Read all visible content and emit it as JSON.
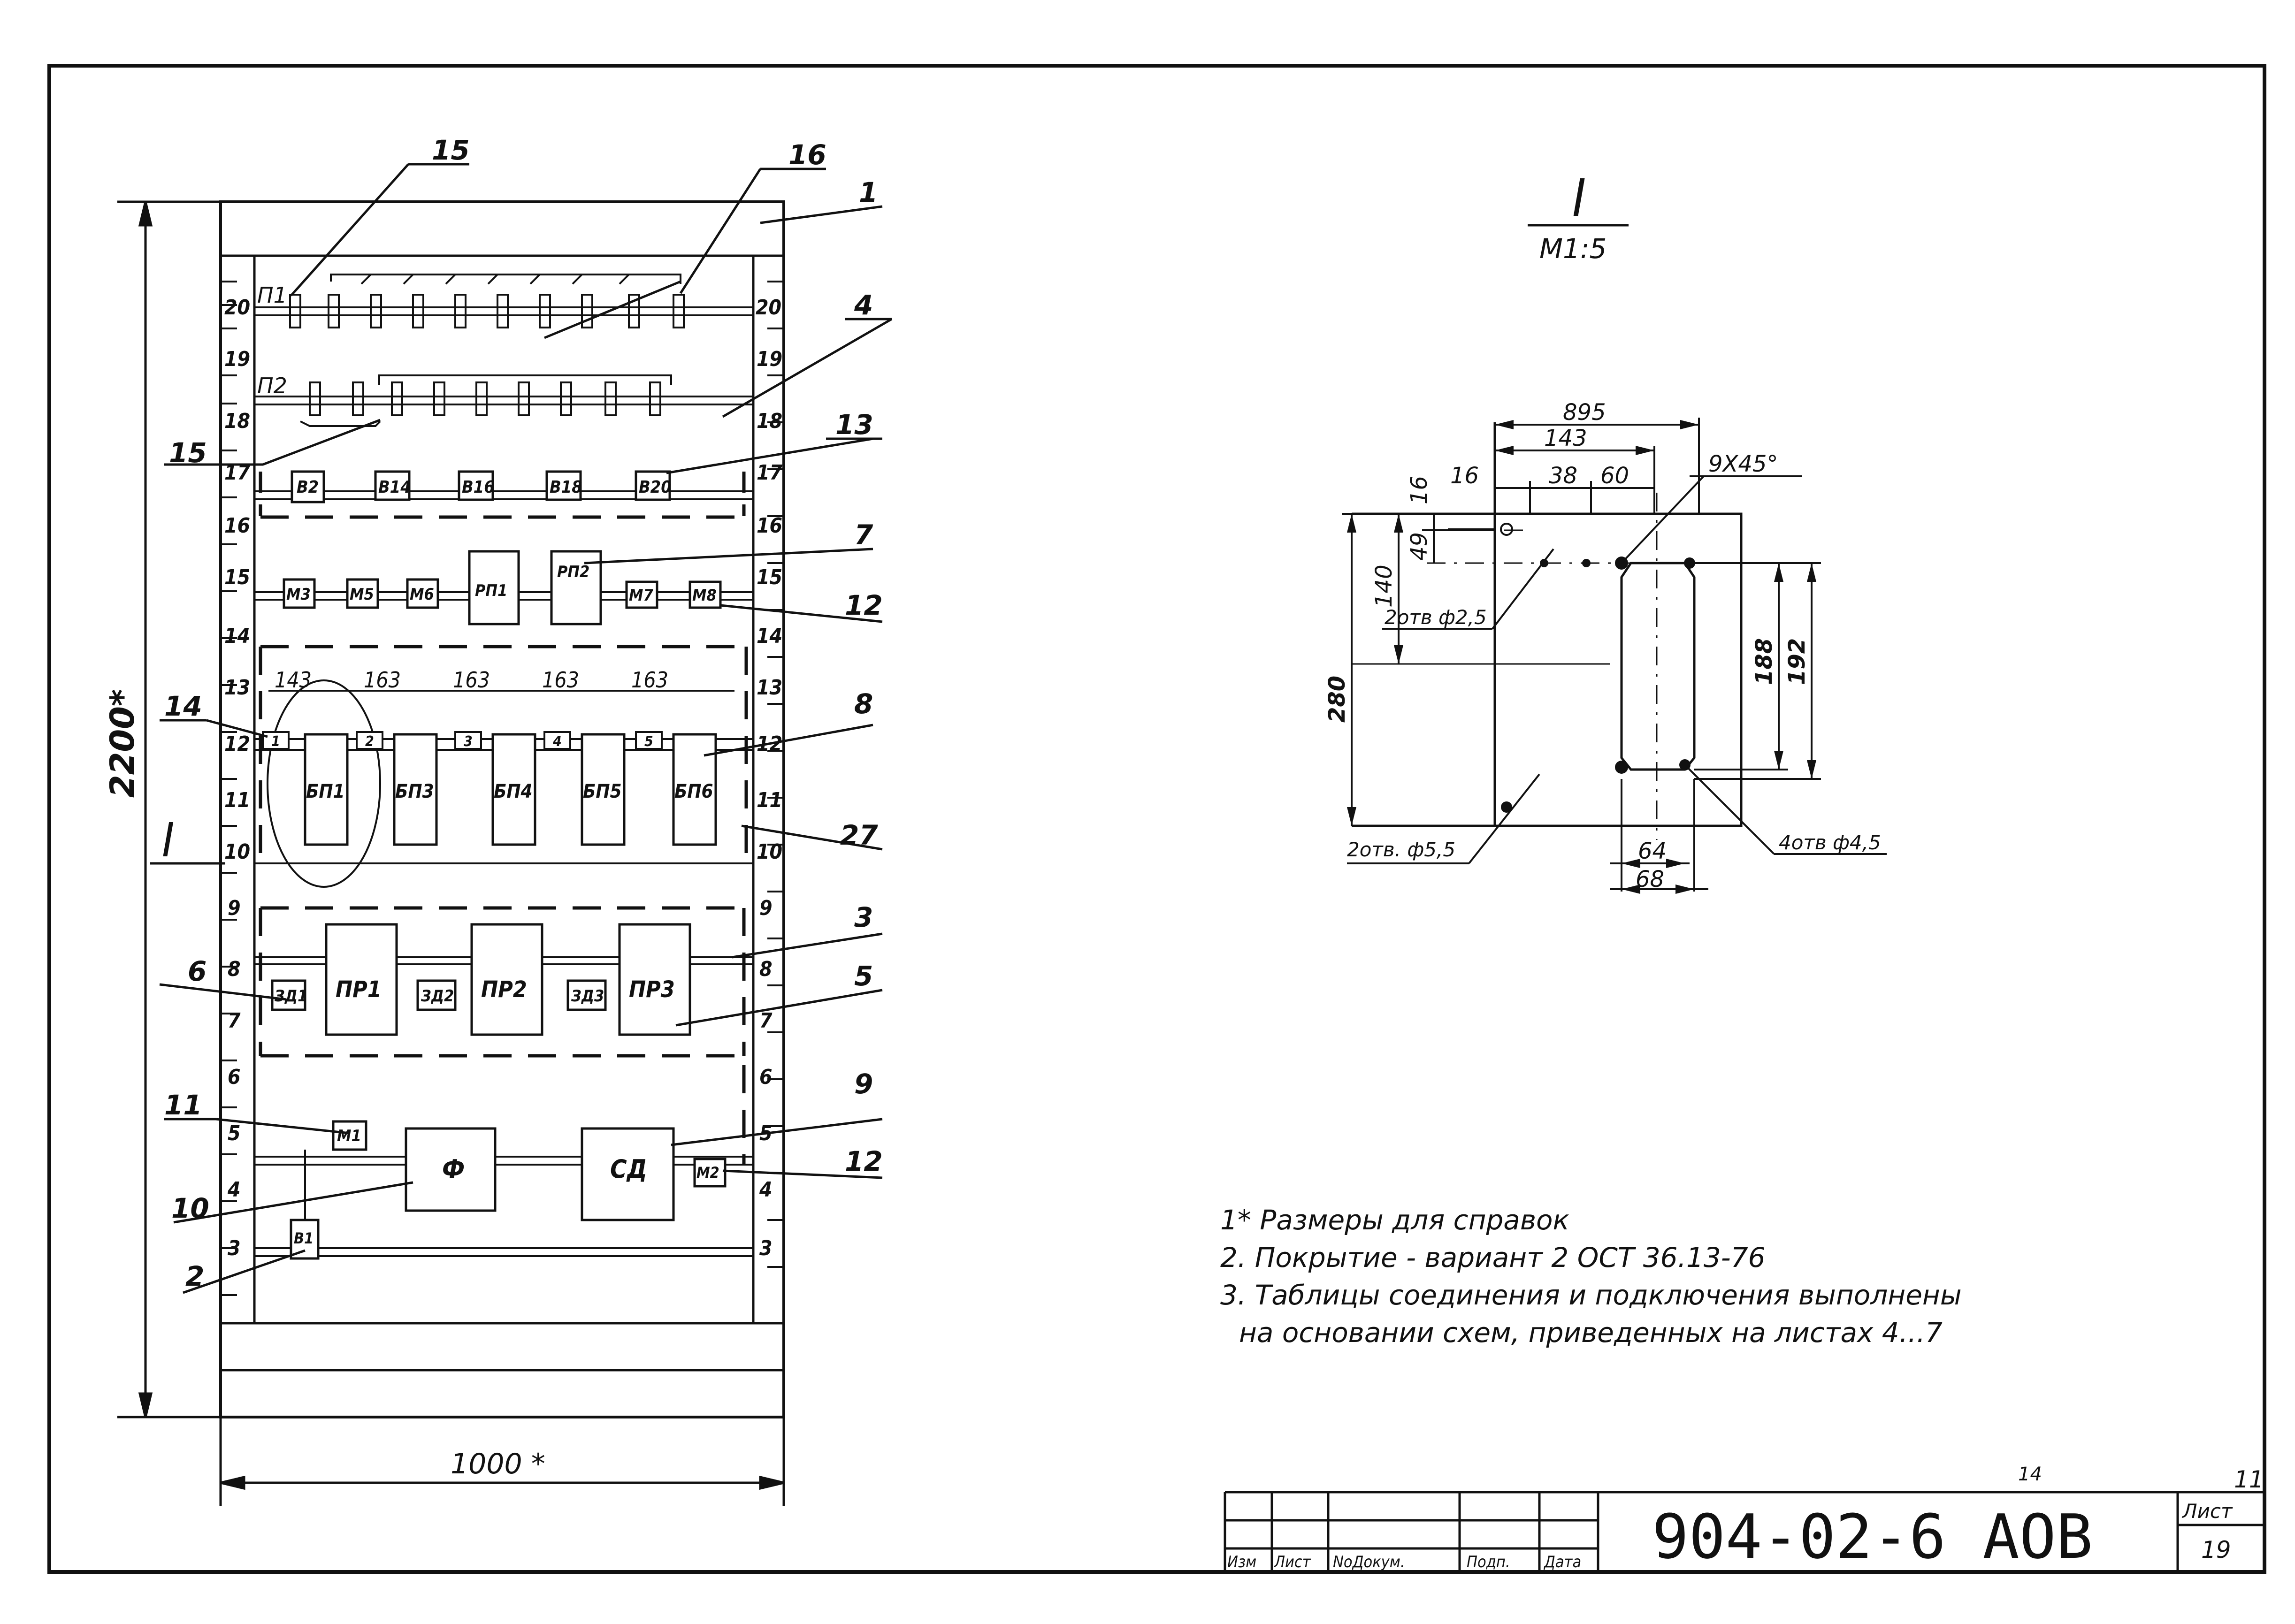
{
  "section_title": {
    "mark": "I",
    "scale": "М1:5"
  },
  "cabinet": {
    "height": "2200*",
    "width": "1000 *",
    "section_mark": "I",
    "row_numbers": [
      "20",
      "19",
      "18",
      "17",
      "16",
      "15",
      "14",
      "13",
      "12",
      "11",
      "10",
      "9",
      "8",
      "7",
      "6",
      "5",
      "4",
      "3"
    ],
    "callouts": {
      "c15a": "15",
      "c16": "16",
      "c1": "1",
      "c4": "4",
      "c13": "13",
      "c15b": "15",
      "c7": "7",
      "c12a": "12",
      "c14": "14",
      "c8": "8",
      "c27": "27",
      "c3": "3",
      "c6": "6",
      "c5": "5",
      "c11": "11",
      "c9": "9",
      "c10": "10",
      "c12b": "12",
      "c2": "2"
    },
    "rows": {
      "p1": "П1",
      "p2": "П2",
      "v_blocks": [
        "В2",
        "В14",
        "В16",
        "В18",
        "В20"
      ],
      "m_left": [
        "М3",
        "М5",
        "М6"
      ],
      "rp": [
        "РП1",
        "РП2"
      ],
      "m_right": [
        "М7",
        "М8"
      ],
      "bp_dims": [
        "143",
        "163",
        "163",
        "163",
        "163"
      ],
      "bp_tags": [
        "1",
        "2",
        "3",
        "4",
        "5"
      ],
      "bp": [
        "БП1",
        "БП3",
        "БП4",
        "БП5",
        "БП6"
      ],
      "zd": [
        "ЗД1",
        "ЗД2",
        "ЗД3"
      ],
      "pr": [
        "ПР1",
        "ПР2",
        "ПР3"
      ],
      "m1": "М1",
      "f": "Ф",
      "sd": "СД",
      "m2": "М2",
      "v1": "В1"
    }
  },
  "detail": {
    "dims": {
      "d895": "895",
      "d143": "143",
      "d16h": "16",
      "d16v": "16",
      "d38": "38",
      "d60": "60",
      "d49": "49",
      "d140": "140",
      "d280": "280",
      "d188": "188",
      "d192": "192",
      "d64": "64",
      "d68": "68",
      "chamfer": "9Х45°"
    },
    "holes": {
      "h25": "2отв ф2,5",
      "h55": "2отв. ф5,5",
      "h45": "4отв ф4,5"
    }
  },
  "notes": [
    "1* Размеры для справок",
    "2. Покрытие - вариант 2  ОСТ 36.13-76",
    "3. Таблицы соединения и подключения выполнены",
    "на основании схем, приведенных на листах  4...7"
  ],
  "title_block": {
    "doc_code": "904-02-6  АОВ",
    "above_num": "14",
    "sheet_label": "Лист",
    "sheet_no": "19",
    "sheet_total": "11",
    "cols": [
      "Изм",
      "Лист",
      "NoДокум.",
      "Подп.",
      "Дата"
    ]
  }
}
